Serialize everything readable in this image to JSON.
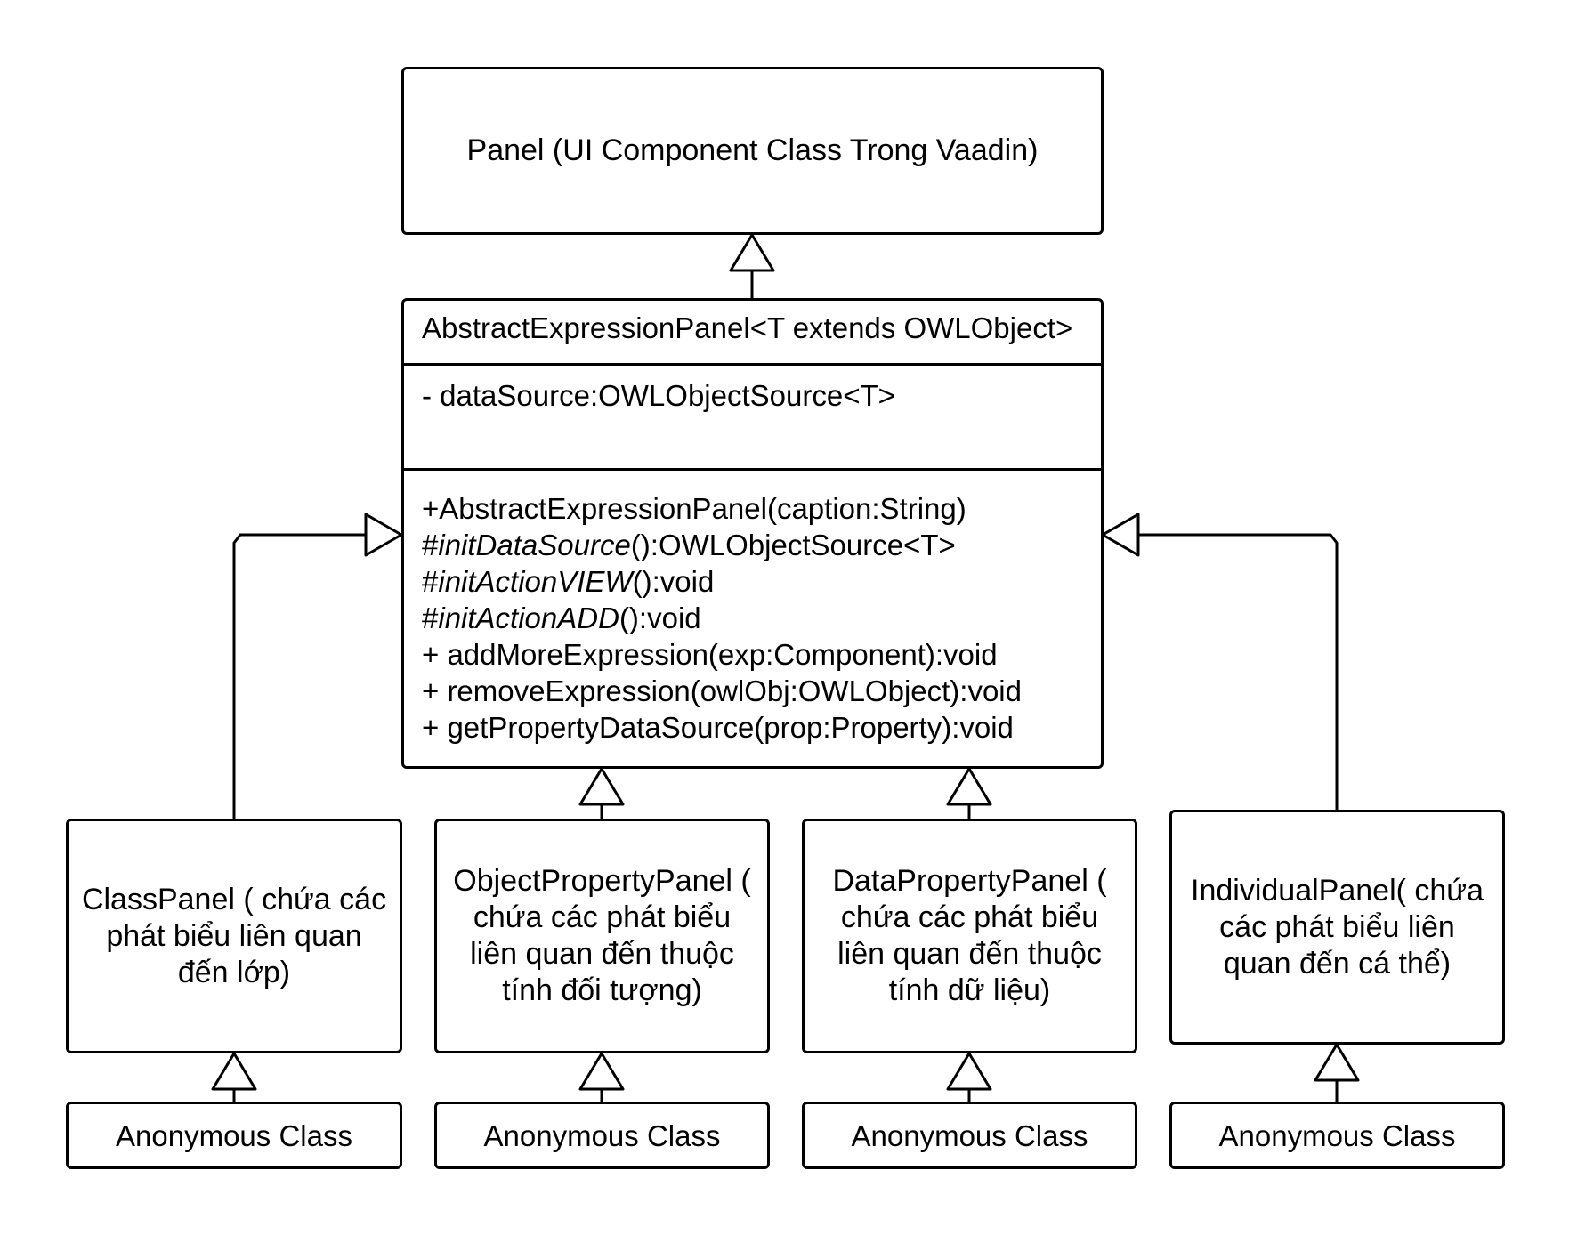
{
  "diagram": {
    "top_class": "Panel (UI Component Class Trong Vaadin)",
    "abstract_class": {
      "name": "AbstractExpressionPanel<T extends OWLObject>",
      "attributes": [
        "- dataSource:OWLObjectSource<T>"
      ],
      "methods": [
        {
          "prefix": "+AbstractExpressionPanel(caption:String)",
          "italic": "",
          "suffix": ""
        },
        {
          "prefix": "#",
          "italic": "initDataSource",
          "suffix": "():OWLObjectSource<T>"
        },
        {
          "prefix": "#",
          "italic": "initActionVIEW",
          "suffix": "():void"
        },
        {
          "prefix": "#",
          "italic": "initActionADD",
          "suffix": "():void"
        },
        {
          "prefix": "+ addMoreExpression(exp:Component):void",
          "italic": "",
          "suffix": ""
        },
        {
          "prefix": "+ removeExpression(owlObj:OWLObject):void",
          "italic": "",
          "suffix": ""
        },
        {
          "prefix": "+ getPropertyDataSource(prop:Property):void",
          "italic": "",
          "suffix": ""
        }
      ]
    },
    "subclasses": [
      "ClassPanel ( chứa các phát biểu liên quan đến lớp)",
      "ObjectPropertyPanel ( chứa các phát biểu liên quan đến thuộc tính đối tượng)",
      "DataPropertyPanel ( chứa các phát biểu liên quan đến thuộc tính dữ liệu)",
      "IndividualPanel( chứa các phát biểu liên quan đến cá thể)"
    ],
    "anonymous": [
      "Anonymous Class",
      "Anonymous Class",
      "Anonymous Class",
      "Anonymous Class"
    ]
  },
  "colors": {
    "stroke": "#000000",
    "fill": "#ffffff"
  }
}
